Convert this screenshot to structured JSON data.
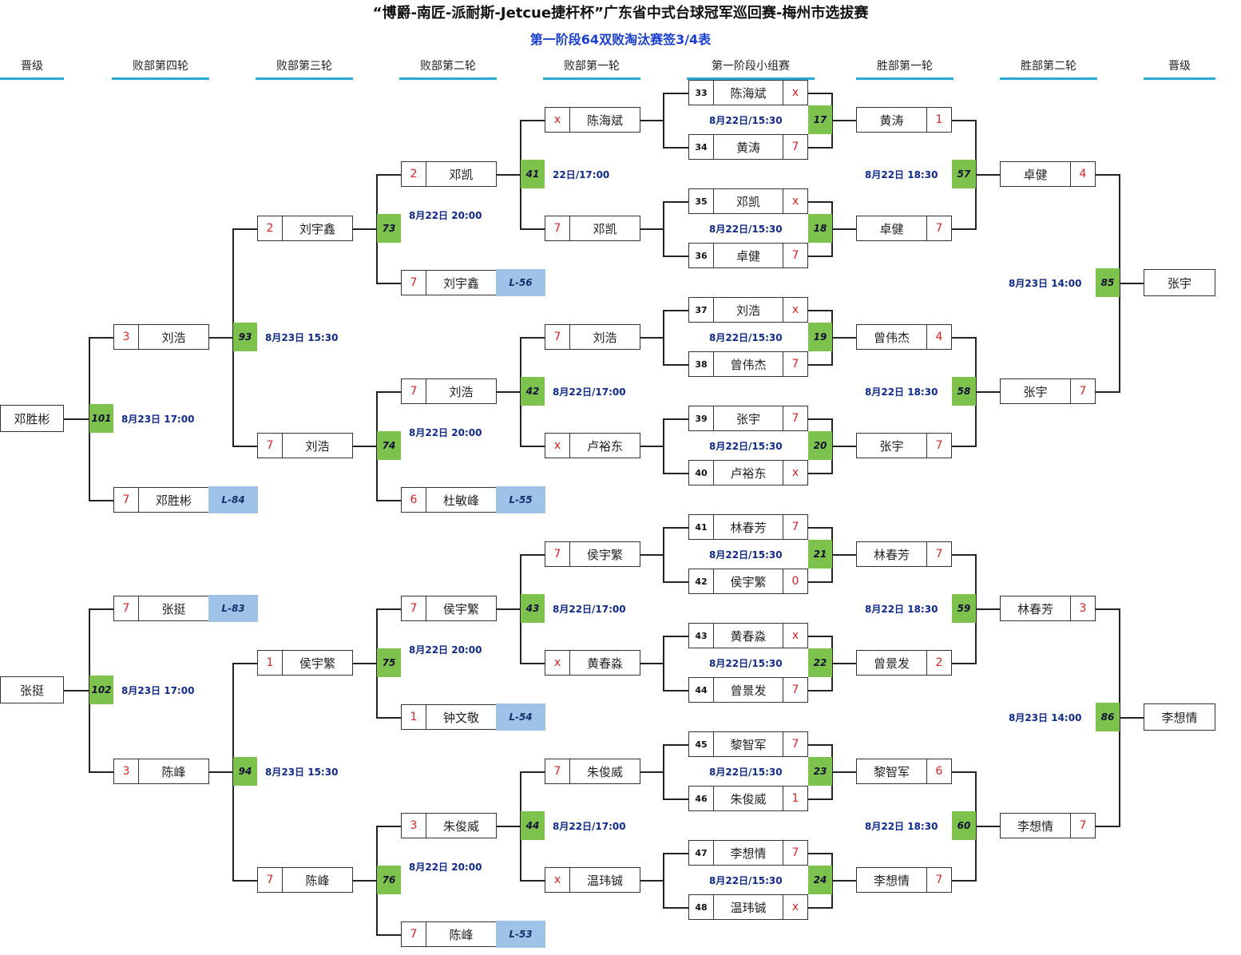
{
  "header": {
    "title": "“博爵-南匠-派耐斯-Jetcue捷杆杯”广东省中式台球冠军巡回赛-梅州市选拔赛",
    "subtitle": "第一阶段64双败淘汰赛签3/4表"
  },
  "columns": [
    "晋级",
    "败部第四轮",
    "败部第三轮",
    "败部第二轮",
    "败部第一轮",
    "第一阶段小组赛",
    "胜部第一轮",
    "胜部第二轮",
    "晋级"
  ],
  "slots": {
    "g33": {
      "seed": "33",
      "name": "陈海斌",
      "score": "x"
    },
    "g34": {
      "seed": "34",
      "name": "黄涛",
      "score": "7"
    },
    "g35": {
      "seed": "35",
      "name": "邓凯",
      "score": "x"
    },
    "g36": {
      "seed": "36",
      "name": "卓健",
      "score": "7"
    },
    "g37": {
      "seed": "37",
      "name": "刘浩",
      "score": "x"
    },
    "g38": {
      "seed": "38",
      "name": "曾伟杰",
      "score": "7"
    },
    "g39": {
      "seed": "39",
      "name": "张宇",
      "score": "7"
    },
    "g40": {
      "seed": "40",
      "name": "卢裕东",
      "score": "x"
    },
    "g41": {
      "seed": "41",
      "name": "林春芳",
      "score": "7"
    },
    "g42": {
      "seed": "42",
      "name": "侯宇繁",
      "score": "0"
    },
    "g43": {
      "seed": "43",
      "name": "黄春淼",
      "score": "x"
    },
    "g44": {
      "seed": "44",
      "name": "曾景发",
      "score": "7"
    },
    "g45": {
      "seed": "45",
      "name": "黎智军",
      "score": "7"
    },
    "g46": {
      "seed": "46",
      "name": "朱俊威",
      "score": "1"
    },
    "g47": {
      "seed": "47",
      "name": "李想情",
      "score": "7"
    },
    "g48": {
      "seed": "48",
      "name": "温玮铖",
      "score": "x"
    },
    "w1a": {
      "name": "黄涛",
      "score": "1"
    },
    "w1b": {
      "name": "卓健",
      "score": "7"
    },
    "w1c": {
      "name": "曾伟杰",
      "score": "4"
    },
    "w1d": {
      "name": "张宇",
      "score": "7"
    },
    "w1e": {
      "name": "林春芳",
      "score": "7"
    },
    "w1f": {
      "name": "曾景发",
      "score": "2"
    },
    "w1g": {
      "name": "黎智军",
      "score": "6"
    },
    "w1h": {
      "name": "李想情",
      "score": "7"
    },
    "w2a": {
      "name": "卓健",
      "score": "4"
    },
    "w2b": {
      "name": "张宇",
      "score": "7"
    },
    "w2c": {
      "name": "林春芳",
      "score": "3"
    },
    "w2d": {
      "name": "李想情",
      "score": "7"
    },
    "wq1": {
      "name": "张宇"
    },
    "wq2": {
      "name": "李想情"
    },
    "l1a": {
      "name": "陈海斌",
      "score": "x"
    },
    "l1b": {
      "name": "邓凯",
      "score": "7"
    },
    "l1c": {
      "name": "刘浩",
      "score": "7"
    },
    "l1d": {
      "name": "卢裕东",
      "score": "x"
    },
    "l1e": {
      "name": "侯宇繁",
      "score": "7"
    },
    "l1f": {
      "name": "黄春淼",
      "score": "x"
    },
    "l1g": {
      "name": "朱俊威",
      "score": "7"
    },
    "l1h": {
      "name": "温玮铖",
      "score": "x"
    },
    "l2a": {
      "name": "邓凯",
      "score": "2"
    },
    "l2b": {
      "name": "刘宇鑫",
      "score": "7"
    },
    "l2c": {
      "name": "刘浩",
      "score": "7"
    },
    "l2d": {
      "name": "杜敏峰",
      "score": "6"
    },
    "l2e": {
      "name": "侯宇繁",
      "score": "7"
    },
    "l2f": {
      "name": "钟文敬",
      "score": "1"
    },
    "l2g": {
      "name": "朱俊威",
      "score": "3"
    },
    "l2h": {
      "name": "陈峰",
      "score": "7"
    },
    "l3a": {
      "name": "刘宇鑫",
      "score": "2"
    },
    "l3b": {
      "name": "刘浩",
      "score": "7"
    },
    "l3c": {
      "name": "侯宇繁",
      "score": "1"
    },
    "l3d": {
      "name": "陈峰",
      "score": "7"
    },
    "l4a": {
      "name": "刘浩",
      "score": "3"
    },
    "l4b": {
      "name": "邓胜彬",
      "score": "7"
    },
    "l4c": {
      "name": "张挺",
      "score": "7"
    },
    "l4d": {
      "name": "陈峰",
      "score": "3"
    },
    "lq1": {
      "name": "邓胜彬"
    },
    "lq2": {
      "name": "张挺"
    }
  },
  "matches": {
    "m17": "17",
    "m18": "18",
    "m19": "19",
    "m20": "20",
    "m21": "21",
    "m22": "22",
    "m23": "23",
    "m24": "24",
    "m57": "57",
    "m58": "58",
    "m59": "59",
    "m60": "60",
    "m85": "85",
    "m86": "86",
    "m41": "41",
    "m42": "42",
    "m43": "43",
    "m44": "44",
    "m73": "73",
    "m74": "74",
    "m75": "75",
    "m76": "76",
    "m93": "93",
    "m94": "94",
    "m101": "101",
    "m102": "102"
  },
  "loser_refs": {
    "la": "L-56",
    "lb": "L-55",
    "lc": "L-54",
    "ld": "L-53",
    "le": "L-84",
    "lf": "L-83"
  },
  "times": {
    "t17": "8月22日/15:30",
    "t18": "8月22日/15:30",
    "t19": "8月22日/15:30",
    "t20": "8月22日/15:30",
    "t21": "8月22日/15:30",
    "t22": "8月22日/15:30",
    "t23": "8月22日/15:30",
    "t24": "8月22日/15:30",
    "t57": "8月22日  18:30",
    "t58": "8月22日  18:30",
    "t59": "8月22日  18:30",
    "t60": "8月22日  18:30",
    "t85": "8月23日  14:00",
    "t86": "8月23日  14:00",
    "t41": "22日/17:00",
    "t42": "8月22日/17:00",
    "t43": "8月22日/17:00",
    "t44": "8月22日/17:00",
    "t73": "8月22日  20:00",
    "t74": "8月22日  20:00",
    "t75": "8月22日  20:00",
    "t76": "8月22日  20:00",
    "t93": "8月23日  15:30",
    "t94": "8月23日  15:30",
    "t101": "8月23日  17:00",
    "t102": "8月23日  17:00"
  }
}
